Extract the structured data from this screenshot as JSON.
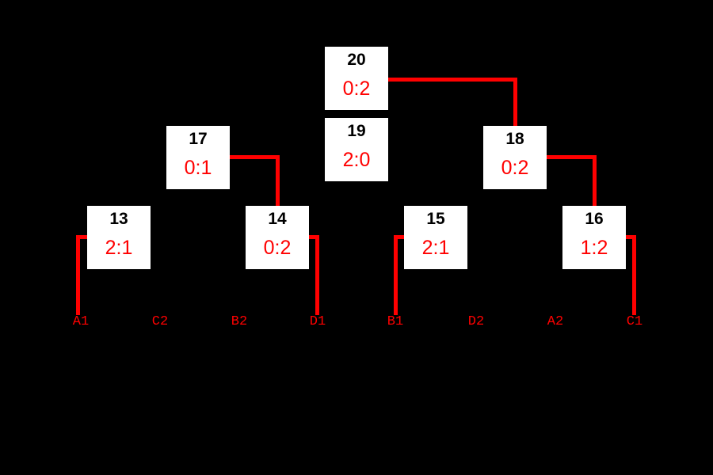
{
  "colors": {
    "background": "#000000",
    "box_fill": "#ffffff",
    "accent_red": "#ff0000",
    "number_black": "#000000"
  },
  "matches": {
    "m13": {
      "number": "13",
      "score": "2:1"
    },
    "m14": {
      "number": "14",
      "score": "0:2"
    },
    "m15": {
      "number": "15",
      "score": "2:1"
    },
    "m16": {
      "number": "16",
      "score": "1:2"
    },
    "m17": {
      "number": "17",
      "score": "0:1"
    },
    "m18": {
      "number": "18",
      "score": "0:2"
    },
    "m19": {
      "number": "19",
      "score": "2:0"
    },
    "m20": {
      "number": "20",
      "score": "0:2"
    }
  },
  "teams": [
    "A1",
    "C2",
    "B2",
    "D1",
    "B1",
    "D2",
    "A2",
    "C1"
  ]
}
